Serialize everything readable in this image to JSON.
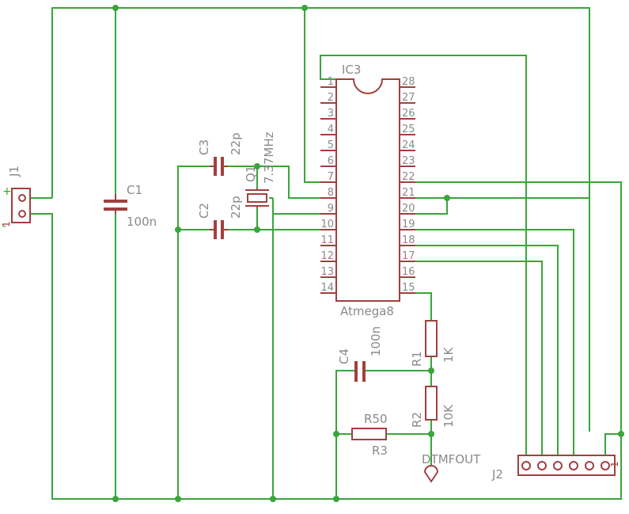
{
  "ic": {
    "ref": "IC3",
    "value": "Atmega8",
    "left_pins": [
      "1",
      "2",
      "3",
      "4",
      "5",
      "6",
      "7",
      "8",
      "9",
      "10",
      "11",
      "12",
      "13",
      "14"
    ],
    "right_pins": [
      "28",
      "27",
      "26",
      "25",
      "24",
      "23",
      "22",
      "21",
      "20",
      "19",
      "18",
      "17",
      "16",
      "15"
    ]
  },
  "parts": {
    "j1": {
      "ref": "J1",
      "pin1": "1",
      "plus": "+",
      "minus": "-"
    },
    "c1": {
      "ref": "C1",
      "value": "100n"
    },
    "c2": {
      "ref": "C2",
      "value": "22p"
    },
    "c3": {
      "ref": "C3",
      "value": "22p"
    },
    "q1": {
      "ref": "Q1",
      "value": "7.37MHz"
    },
    "c4": {
      "ref": "C4",
      "value": "100n"
    },
    "r1": {
      "ref": "R1",
      "value": "1K"
    },
    "r2": {
      "ref": "R2",
      "value": "10K"
    },
    "r3": {
      "ref": "R3",
      "value": "R50"
    },
    "j2": {
      "ref": "J2",
      "pin1": "1"
    },
    "out": {
      "label": "DTMFOUT"
    }
  },
  "colors": {
    "wire": "#3aa53a",
    "part": "#a04040",
    "label": "#8a8a8a"
  }
}
